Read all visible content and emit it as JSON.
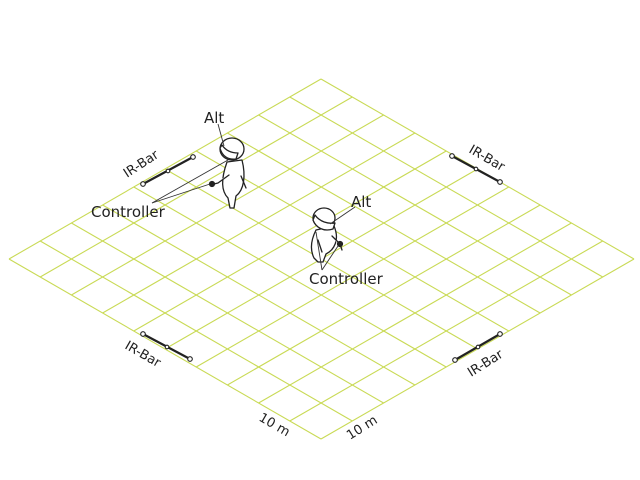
{
  "labels": {
    "alt_1": "Alt",
    "alt_2": "Alt",
    "controller_1": "Controller",
    "controller_2": "Controller",
    "ir_bar_tl": "IR-Bar",
    "ir_bar_tr": "IR-Bar",
    "ir_bar_bl": "IR-Bar",
    "ir_bar_br": "IR-Bar",
    "dim_left": "10 m",
    "dim_right": "10 m"
  },
  "colors": {
    "grid": "#c9da55",
    "ink": "#222222"
  },
  "grid_cells": 10
}
